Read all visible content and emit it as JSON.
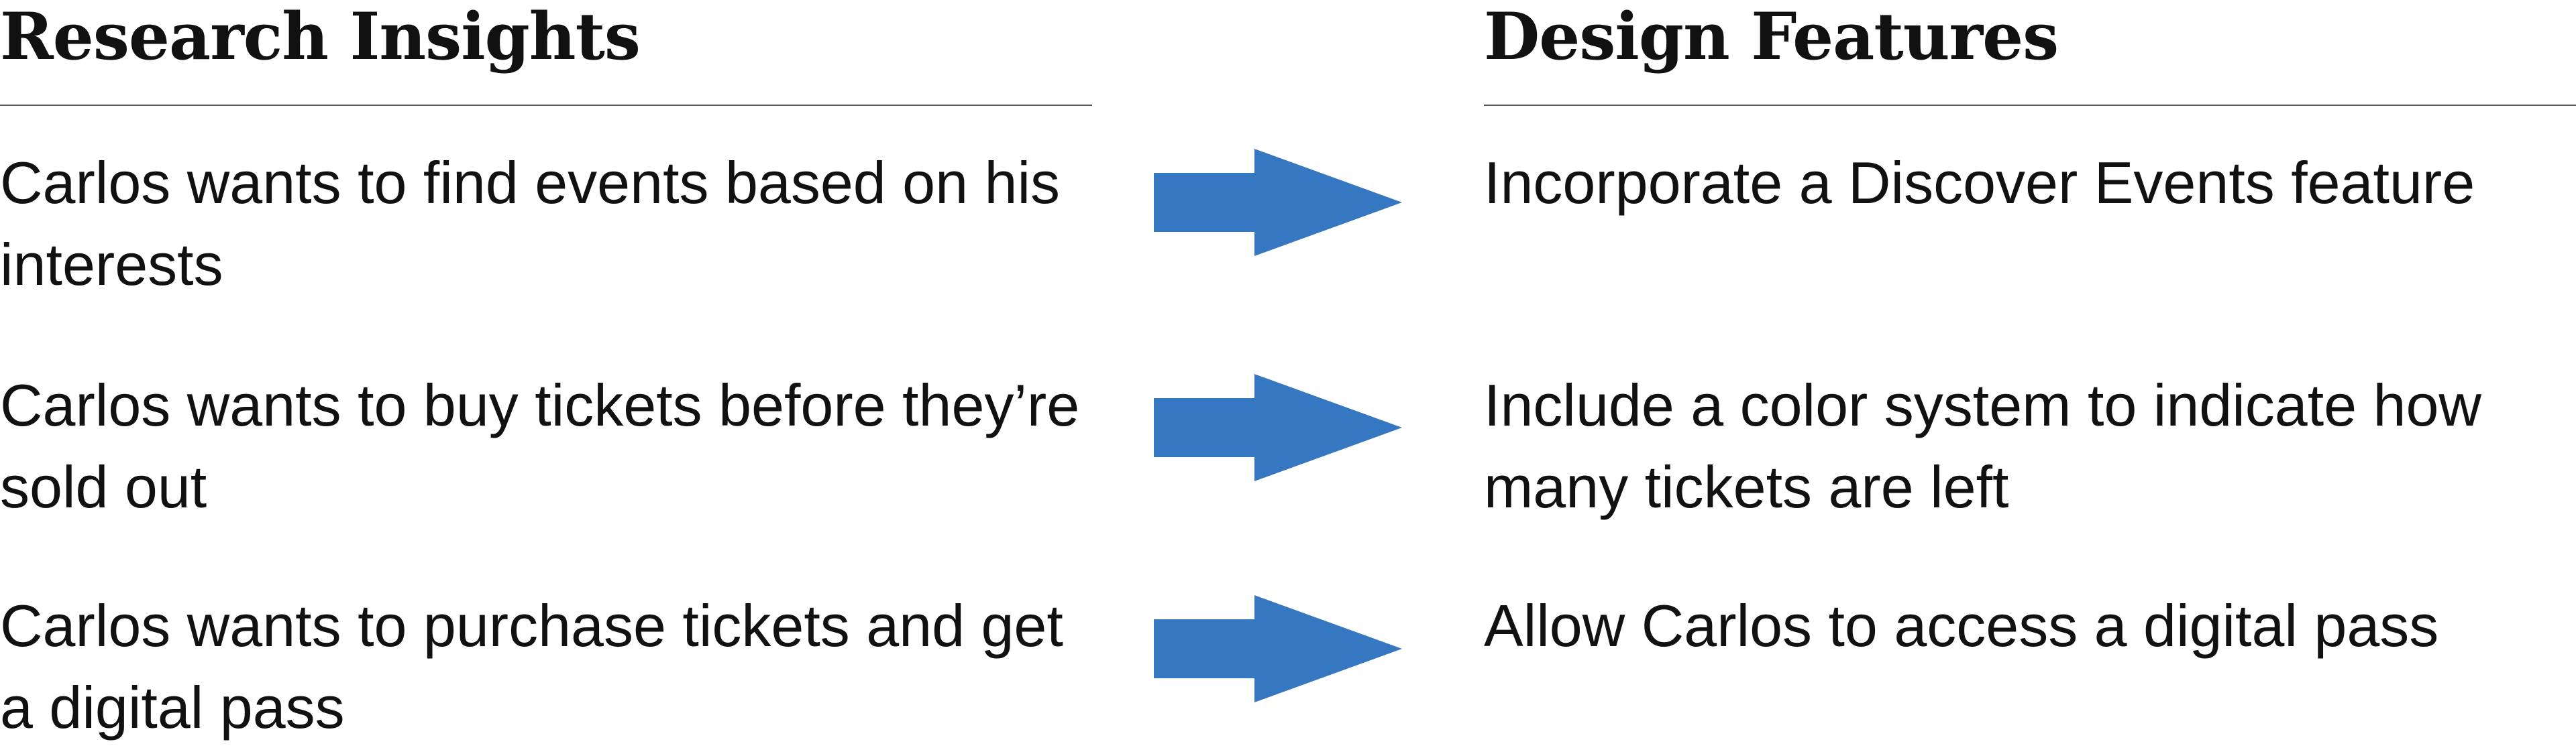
{
  "left": {
    "heading": "Research Insights",
    "items": [
      "Carlos wants to find events based on his interests",
      "Carlos wants to buy tickets before they’re sold out",
      "Carlos wants to purchase tickets and get a digital pass"
    ]
  },
  "right": {
    "heading": "Design Features",
    "items": [
      "Incorporate a Discover Events feature",
      "Include a color system to indicate how many tickets are left",
      "Allow Carlos to access a digital pass"
    ]
  },
  "colors": {
    "arrow": "#3677c2",
    "rule": "#555555",
    "text": "#111111"
  },
  "icons": [
    "right-arrow-icon",
    "right-arrow-icon",
    "right-arrow-icon"
  ]
}
